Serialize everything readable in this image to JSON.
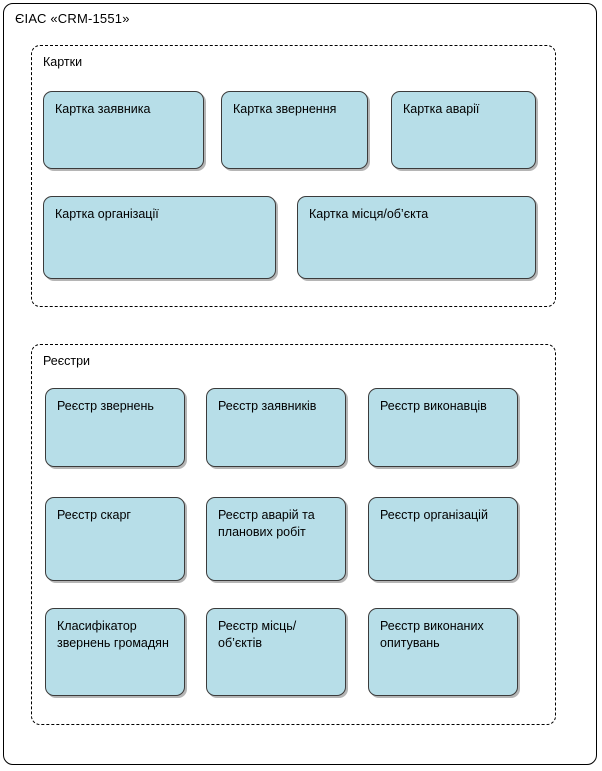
{
  "system": {
    "title": "ЄІАС «CRM-1551»"
  },
  "groups": {
    "cards": {
      "title": "Картки",
      "nodes": [
        {
          "label": "Картка заявника"
        },
        {
          "label": "Картка звернення"
        },
        {
          "label": "Картка аварії"
        },
        {
          "label": "Картка організації"
        },
        {
          "label": "Картка місця/об’єкта"
        }
      ]
    },
    "registries": {
      "title": "Реєстри",
      "nodes": [
        {
          "label": "Реєстр звернень"
        },
        {
          "label": "Реєстр заявників"
        },
        {
          "label": "Реєстр виконавців"
        },
        {
          "label": "Реєстр скарг"
        },
        {
          "label": "Реєстр аварій та планових робіт"
        },
        {
          "label": "Реєстр організацій"
        },
        {
          "label": "Класифікатор звернень громадян"
        },
        {
          "label": "Реєстр місць/об’єктів"
        },
        {
          "label": "Реєстр виконаних опитувань"
        }
      ]
    }
  },
  "colors": {
    "node_fill": "#b7dee8",
    "node_border": "#3b3b3b",
    "frame_border": "#000000",
    "background": "#ffffff",
    "text": "#000000"
  }
}
